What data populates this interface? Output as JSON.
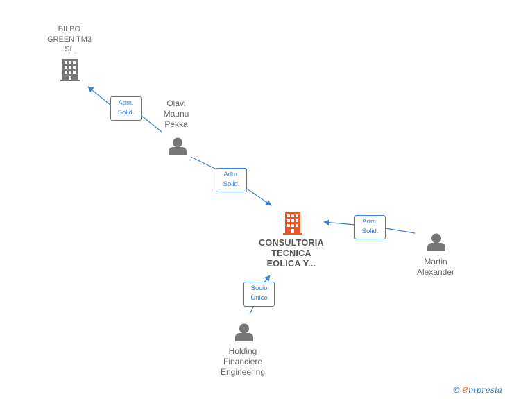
{
  "nodes": {
    "bilbo": {
      "label": "BILBO\nGREEN TM3\nSL",
      "icon": "building-icon",
      "color": "#777777"
    },
    "olavi": {
      "label": "Olavi\nMaunu\nPekka",
      "icon": "person-icon",
      "color": "#777777"
    },
    "consultoria": {
      "label": "CONSULTORIA\nTECNICA\nEOLICA Y...",
      "icon": "building-icon",
      "color": "#e8562a"
    },
    "martin": {
      "label": "Martin\nAlexander",
      "icon": "person-icon",
      "color": "#777777"
    },
    "holding": {
      "label": "Holding\nFinanciere\nEngineering",
      "icon": "person-icon",
      "color": "#777777"
    }
  },
  "edges": {
    "olavi_bilbo": {
      "label": "Adm.\nSolid."
    },
    "olavi_consultoria": {
      "label": "Adm.\nSolid."
    },
    "martin_consultoria": {
      "label": "Adm.\nSolid."
    },
    "holding_consultoria": {
      "label": "Socio\nÚnico"
    }
  },
  "colors": {
    "edge": "#3a7fd0"
  },
  "watermark": {
    "copyright": "©",
    "brand_initial": "e",
    "brand_rest": "mpresia"
  }
}
